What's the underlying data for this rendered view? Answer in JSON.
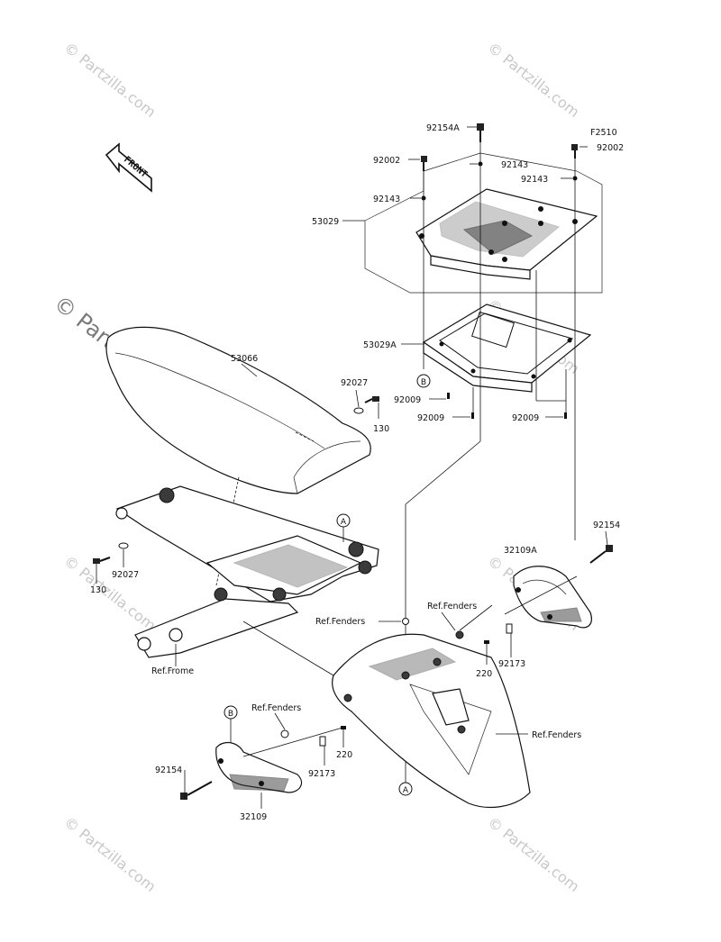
{
  "diagram_code": "F2510",
  "front_label": "FRONT",
  "watermark": {
    "small": "© Partzilla.com",
    "large": "© Partzilla.com"
  },
  "callouts": {
    "seat": "53066",
    "seat_washer_right": "92027",
    "seat_bolt_right": "130",
    "seat_washer_left": "92027",
    "seat_bolt_left": "130",
    "rack_assembly": "53029",
    "rack_plate": "53029A",
    "bolt_92154A": "92154A",
    "bolt_92002_left": "92002",
    "bolt_92002_right": "92002",
    "collar_92143_top": "92143",
    "collar_92143_left": "92143",
    "collar_92143_right": "92143",
    "screw_92009_a": "92009",
    "screw_92009_b": "92009",
    "screw_92009_c": "92009",
    "grip_right": "32109A",
    "bolt_92154_right": "92154",
    "grip_left": "32109",
    "bolt_92154_left": "92154",
    "ref_fenders_center": "Ref.Fenders",
    "ref_fenders_right_upper": "Ref.Fenders",
    "ref_fenders_left": "Ref.Fenders",
    "ref_fenders_right": "Ref.Fenders",
    "ref_frame": "Ref.Frome",
    "clip_220_right": "220",
    "clip_92173_right": "92173",
    "clip_220_left": "220",
    "clip_92173_left": "92173",
    "marker_a_top": "A",
    "marker_a_bottom": "A",
    "marker_b_top": "B",
    "marker_b_bottom": "B"
  }
}
